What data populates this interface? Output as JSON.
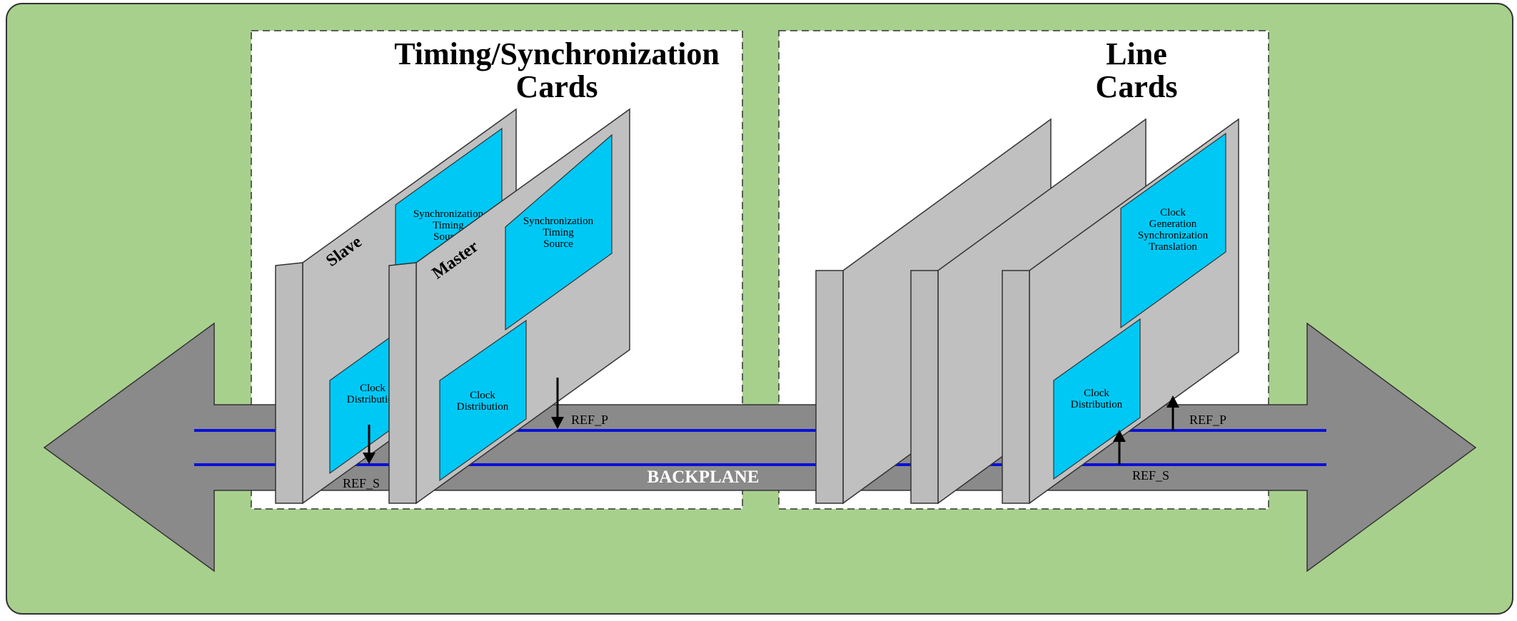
{
  "titles": {
    "timing_line1": "Timing/Synchronization",
    "timing_line2": "Cards",
    "line_line1": "Line",
    "line_line2": "Cards"
  },
  "cards": {
    "slave_label": "Slave",
    "master_label": "Master",
    "slave_sync_lines": [
      "Synchronization",
      "Timing",
      "Source"
    ],
    "slave_clock_lines": [
      "Clock",
      "Distribution"
    ],
    "master_sync_lines": [
      "Synchronization",
      "Timing",
      "Source"
    ],
    "master_clock_lines": [
      "Clock",
      "Distribution"
    ],
    "line_gen_lines": [
      "Clock",
      "Generation",
      "Synchronization",
      "Translation"
    ],
    "line_clock_lines": [
      "Clock",
      "Distribution"
    ]
  },
  "signals": {
    "ref_p_timing": "REF_P",
    "ref_s_timing": "REF_S",
    "ref_p_line": "REF_P",
    "ref_s_line": "REF_S"
  },
  "backplane_label": "BACKPLANE",
  "colors": {
    "background_green": "#a8d08d",
    "chip_cyan": "#00c8f5",
    "card_gray": "#c0c0c0",
    "arrow_gray": "#8a8a8a",
    "bus_line_blue": "#0a10d8"
  }
}
